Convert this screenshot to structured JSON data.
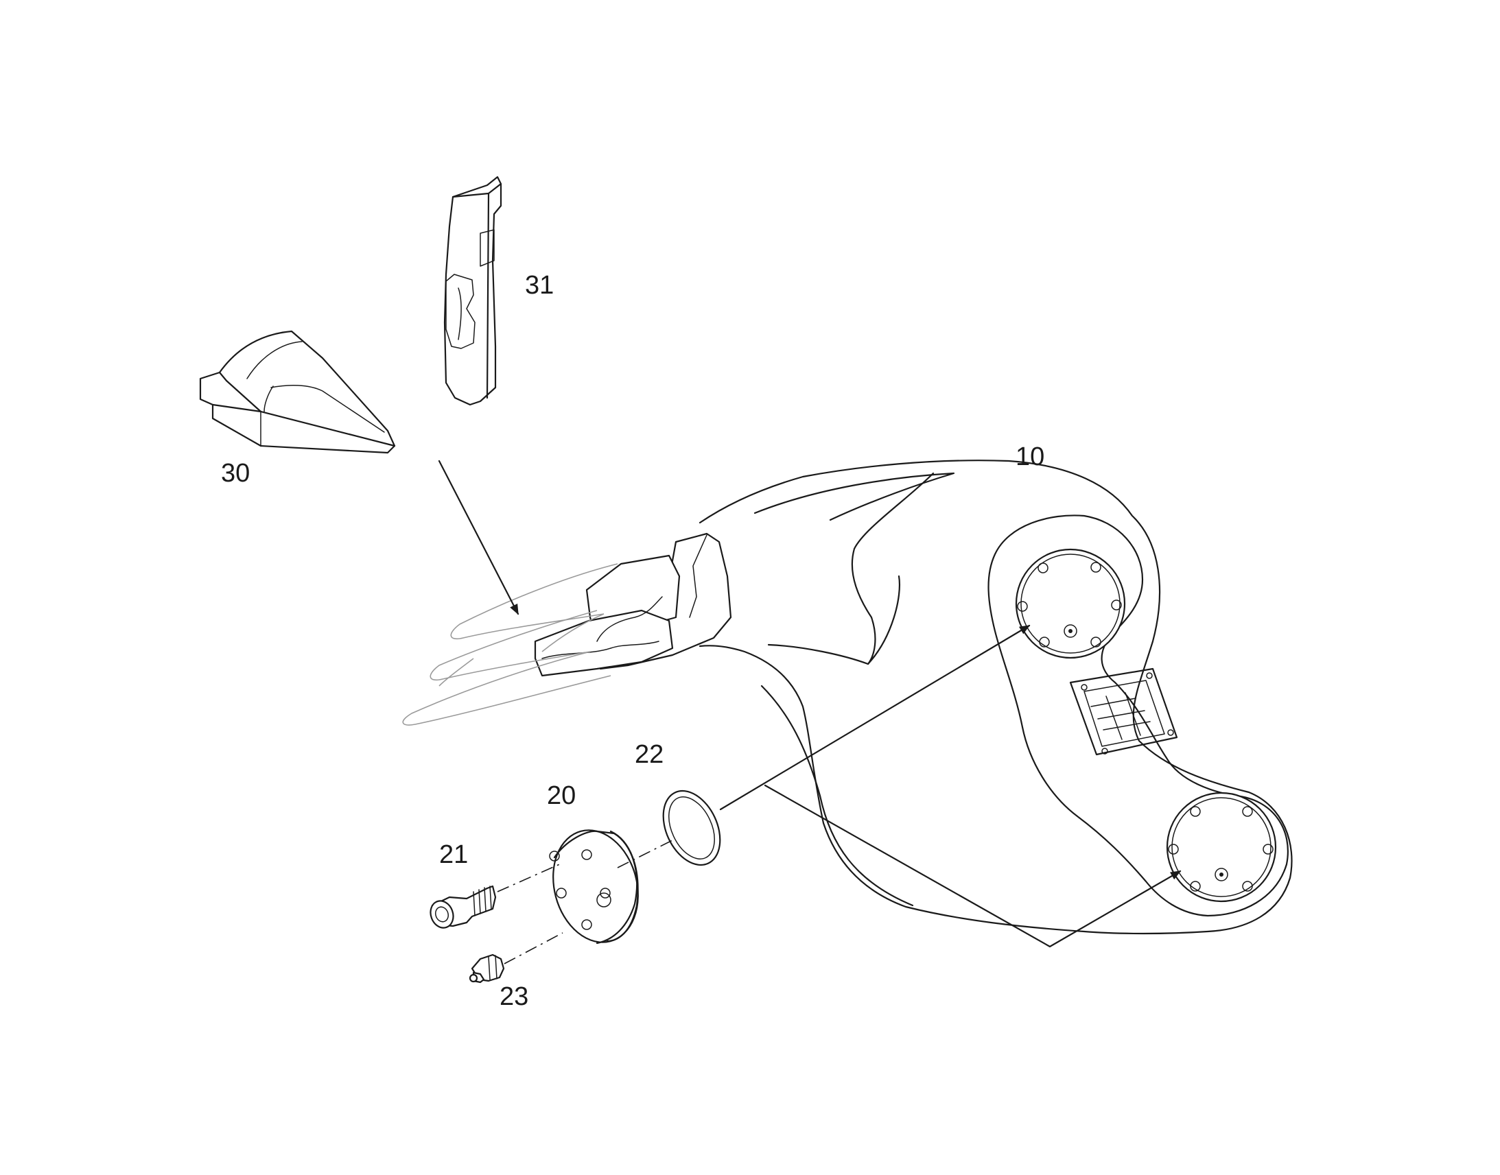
{
  "diagram": {
    "callouts": {
      "c10": "10",
      "c20": "20",
      "c21": "21",
      "c22": "22",
      "c23": "23",
      "c30": "30",
      "c31": "31"
    },
    "colors": {
      "line": "#1a1a1a",
      "ghost": "#9a9a9a",
      "background": "#ffffff"
    }
  }
}
